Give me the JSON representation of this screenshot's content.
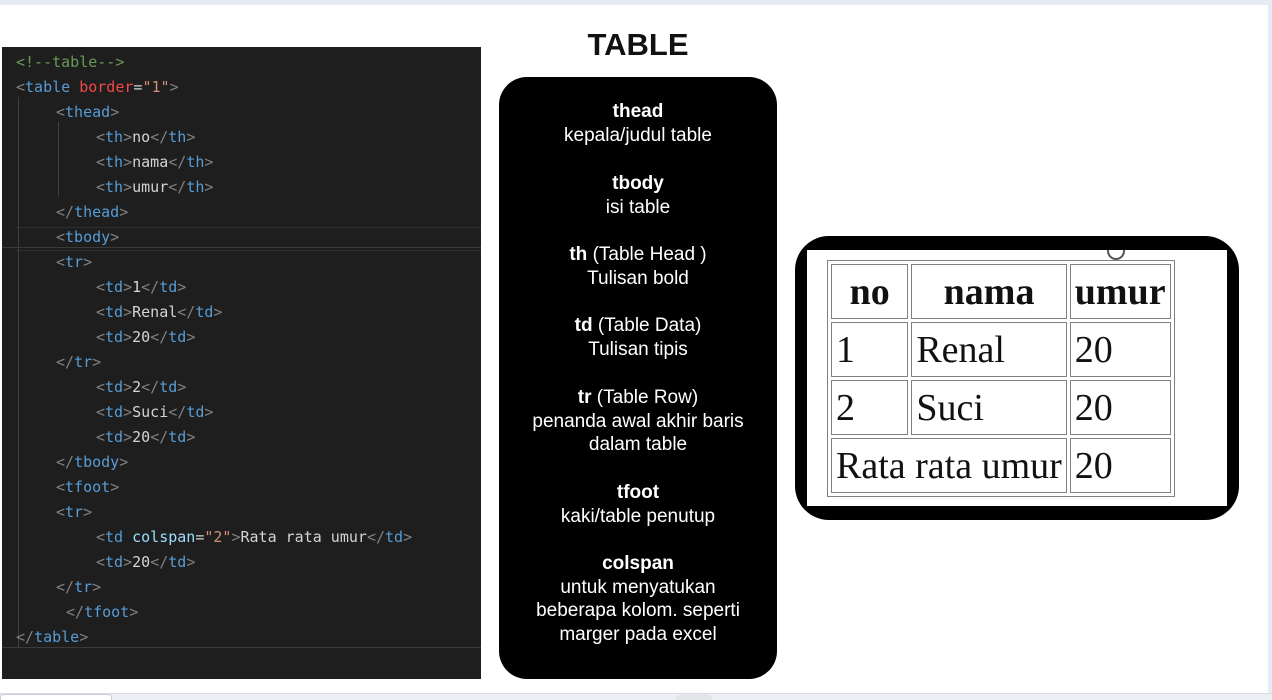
{
  "slide_title": "TABLE",
  "code": {
    "lines": [
      {
        "indent": 0,
        "tokens": [
          {
            "t": "<!--table-->",
            "c": "c-com"
          }
        ]
      },
      {
        "indent": 0,
        "tokens": [
          {
            "t": "<",
            "c": "c-brk"
          },
          {
            "t": "table",
            "c": "c-tag"
          },
          {
            "t": " ",
            "c": "c-txt"
          },
          {
            "t": "border",
            "c": "c-atr"
          },
          {
            "t": "=",
            "c": "c-txt"
          },
          {
            "t": "\"1\"",
            "c": "c-str"
          },
          {
            "t": ">",
            "c": "c-brk"
          }
        ]
      },
      {
        "indent": 1,
        "tokens": [
          {
            "t": "<",
            "c": "c-brk"
          },
          {
            "t": "thead",
            "c": "c-tag"
          },
          {
            "t": ">",
            "c": "c-brk"
          }
        ]
      },
      {
        "indent": 2,
        "tokens": [
          {
            "t": "<",
            "c": "c-brk"
          },
          {
            "t": "th",
            "c": "c-tag"
          },
          {
            "t": ">",
            "c": "c-brk"
          },
          {
            "t": "no",
            "c": "c-txt"
          },
          {
            "t": "</",
            "c": "c-brk"
          },
          {
            "t": "th",
            "c": "c-tag"
          },
          {
            "t": ">",
            "c": "c-brk"
          }
        ]
      },
      {
        "indent": 2,
        "tokens": [
          {
            "t": "<",
            "c": "c-brk"
          },
          {
            "t": "th",
            "c": "c-tag"
          },
          {
            "t": ">",
            "c": "c-brk"
          },
          {
            "t": "nama",
            "c": "c-txt"
          },
          {
            "t": "</",
            "c": "c-brk"
          },
          {
            "t": "th",
            "c": "c-tag"
          },
          {
            "t": ">",
            "c": "c-brk"
          }
        ]
      },
      {
        "indent": 2,
        "tokens": [
          {
            "t": "<",
            "c": "c-brk"
          },
          {
            "t": "th",
            "c": "c-tag"
          },
          {
            "t": ">",
            "c": "c-brk"
          },
          {
            "t": "umur",
            "c": "c-txt"
          },
          {
            "t": "</",
            "c": "c-brk"
          },
          {
            "t": "th",
            "c": "c-tag"
          },
          {
            "t": ">",
            "c": "c-brk"
          }
        ]
      },
      {
        "indent": 1,
        "tokens": [
          {
            "t": "</",
            "c": "c-brk"
          },
          {
            "t": "thead",
            "c": "c-tag"
          },
          {
            "t": ">",
            "c": "c-brk"
          }
        ]
      },
      {
        "indent": 1,
        "tokens": [
          {
            "t": "<",
            "c": "c-brk"
          },
          {
            "t": "tbody",
            "c": "c-tag"
          },
          {
            "t": ">",
            "c": "c-brk"
          }
        ]
      },
      {
        "indent": 1,
        "tokens": [
          {
            "t": "<",
            "c": "c-brk"
          },
          {
            "t": "tr",
            "c": "c-tag"
          },
          {
            "t": ">",
            "c": "c-brk"
          }
        ]
      },
      {
        "indent": 2,
        "tokens": [
          {
            "t": "<",
            "c": "c-brk"
          },
          {
            "t": "td",
            "c": "c-tag"
          },
          {
            "t": ">",
            "c": "c-brk"
          },
          {
            "t": "1",
            "c": "c-txt"
          },
          {
            "t": "</",
            "c": "c-brk"
          },
          {
            "t": "td",
            "c": "c-tag"
          },
          {
            "t": ">",
            "c": "c-brk"
          }
        ]
      },
      {
        "indent": 2,
        "tokens": [
          {
            "t": "<",
            "c": "c-brk"
          },
          {
            "t": "td",
            "c": "c-tag"
          },
          {
            "t": ">",
            "c": "c-brk"
          },
          {
            "t": "Renal",
            "c": "c-txt"
          },
          {
            "t": "</",
            "c": "c-brk"
          },
          {
            "t": "td",
            "c": "c-tag"
          },
          {
            "t": ">",
            "c": "c-brk"
          }
        ]
      },
      {
        "indent": 2,
        "tokens": [
          {
            "t": "<",
            "c": "c-brk"
          },
          {
            "t": "td",
            "c": "c-tag"
          },
          {
            "t": ">",
            "c": "c-brk"
          },
          {
            "t": "20",
            "c": "c-txt"
          },
          {
            "t": "</",
            "c": "c-brk"
          },
          {
            "t": "td",
            "c": "c-tag"
          },
          {
            "t": ">",
            "c": "c-brk"
          }
        ]
      },
      {
        "indent": 1,
        "tokens": [
          {
            "t": "</",
            "c": "c-brk"
          },
          {
            "t": "tr",
            "c": "c-tag"
          },
          {
            "t": ">",
            "c": "c-brk"
          }
        ]
      },
      {
        "indent": 2,
        "tokens": [
          {
            "t": "<",
            "c": "c-brk"
          },
          {
            "t": "td",
            "c": "c-tag"
          },
          {
            "t": ">",
            "c": "c-brk"
          },
          {
            "t": "2",
            "c": "c-txt"
          },
          {
            "t": "</",
            "c": "c-brk"
          },
          {
            "t": "td",
            "c": "c-tag"
          },
          {
            "t": ">",
            "c": "c-brk"
          }
        ]
      },
      {
        "indent": 2,
        "tokens": [
          {
            "t": "<",
            "c": "c-brk"
          },
          {
            "t": "td",
            "c": "c-tag"
          },
          {
            "t": ">",
            "c": "c-brk"
          },
          {
            "t": "Suci",
            "c": "c-txt"
          },
          {
            "t": "</",
            "c": "c-brk"
          },
          {
            "t": "td",
            "c": "c-tag"
          },
          {
            "t": ">",
            "c": "c-brk"
          }
        ]
      },
      {
        "indent": 2,
        "tokens": [
          {
            "t": "<",
            "c": "c-brk"
          },
          {
            "t": "td",
            "c": "c-tag"
          },
          {
            "t": ">",
            "c": "c-brk"
          },
          {
            "t": "20",
            "c": "c-txt"
          },
          {
            "t": "</",
            "c": "c-brk"
          },
          {
            "t": "td",
            "c": "c-tag"
          },
          {
            "t": ">",
            "c": "c-brk"
          }
        ]
      },
      {
        "indent": 1,
        "tokens": [
          {
            "t": "</",
            "c": "c-brk"
          },
          {
            "t": "tbody",
            "c": "c-tag"
          },
          {
            "t": ">",
            "c": "c-brk"
          }
        ]
      },
      {
        "indent": 1,
        "tokens": [
          {
            "t": "<",
            "c": "c-brk"
          },
          {
            "t": "tfoot",
            "c": "c-tag"
          },
          {
            "t": ">",
            "c": "c-brk"
          }
        ]
      },
      {
        "indent": 1,
        "tokens": [
          {
            "t": "<",
            "c": "c-brk"
          },
          {
            "t": "tr",
            "c": "c-tag"
          },
          {
            "t": ">",
            "c": "c-brk"
          }
        ]
      },
      {
        "indent": 2,
        "tokens": [
          {
            "t": "<",
            "c": "c-brk"
          },
          {
            "t": "td",
            "c": "c-tag"
          },
          {
            "t": " ",
            "c": "c-txt"
          },
          {
            "t": "colspan",
            "c": "c-atr2"
          },
          {
            "t": "=",
            "c": "c-txt"
          },
          {
            "t": "\"2\"",
            "c": "c-str"
          },
          {
            "t": ">",
            "c": "c-brk"
          },
          {
            "t": "Rata rata umur",
            "c": "c-txt"
          },
          {
            "t": "</",
            "c": "c-brk"
          },
          {
            "t": "td",
            "c": "c-tag"
          },
          {
            "t": ">",
            "c": "c-brk"
          }
        ]
      },
      {
        "indent": 2,
        "tokens": [
          {
            "t": "<",
            "c": "c-brk"
          },
          {
            "t": "td",
            "c": "c-tag"
          },
          {
            "t": ">",
            "c": "c-brk"
          },
          {
            "t": "20",
            "c": "c-txt"
          },
          {
            "t": "</",
            "c": "c-brk"
          },
          {
            "t": "td",
            "c": "c-tag"
          },
          {
            "t": ">",
            "c": "c-brk"
          }
        ]
      },
      {
        "indent": 1,
        "tokens": [
          {
            "t": "</",
            "c": "c-brk"
          },
          {
            "t": "tr",
            "c": "c-tag"
          },
          {
            "t": ">",
            "c": "c-brk"
          }
        ]
      },
      {
        "indent": 1.25,
        "tokens": [
          {
            "t": "</",
            "c": "c-brk"
          },
          {
            "t": "tfoot",
            "c": "c-tag"
          },
          {
            "t": ">",
            "c": "c-brk"
          }
        ]
      },
      {
        "indent": 0,
        "tokens": [
          {
            "t": "</",
            "c": "c-brk"
          },
          {
            "t": "table",
            "c": "c-tag"
          },
          {
            "t": ">",
            "c": "c-brk"
          }
        ]
      }
    ]
  },
  "panel": {
    "thead": {
      "term": "thead",
      "desc": "kepala/judul table"
    },
    "tbody": {
      "term": "tbody",
      "desc": "isi table"
    },
    "th": {
      "term": "th",
      "paren": " (Table Head )",
      "desc": "Tulisan bold"
    },
    "td": {
      "term": "td",
      "paren": " (Table Data)",
      "desc": "Tulisan tipis"
    },
    "tr": {
      "term": "tr",
      "paren": " (Table Row)",
      "desc1": "penanda awal akhir baris",
      "desc2": "dalam table"
    },
    "tfoot": {
      "term": "tfoot",
      "desc": "kaki/table penutup"
    },
    "colspan": {
      "term": "colspan",
      "desc1": "untuk menyatukan",
      "desc2": "beberapa kolom. seperti",
      "desc3": "marger pada excel"
    }
  },
  "preview": {
    "headers": [
      "no",
      "nama",
      "umur"
    ],
    "rows": [
      [
        "1",
        "Renal",
        "20"
      ],
      [
        "2",
        "Suci",
        "20"
      ]
    ],
    "footer": {
      "label": "Rata rata umur",
      "value": "20"
    }
  }
}
